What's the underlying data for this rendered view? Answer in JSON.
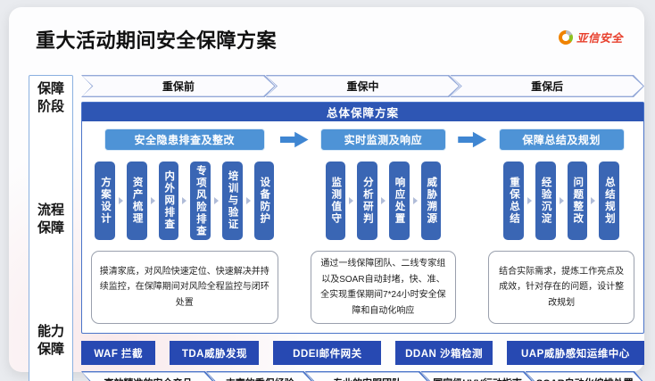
{
  "page": {
    "title": "重大活动期间安全保障方案",
    "logo_text": "亚信安全"
  },
  "sidebar": {
    "phase_label": "保障阶段",
    "process_label": "流程保障",
    "capability_label": "能力保障"
  },
  "phases": [
    "重保前",
    "重保中",
    "重保后"
  ],
  "overall_banner": "总体保障方案",
  "sections": [
    {
      "header": "安全隐患排查及整改",
      "columns": [
        "方案设计",
        "资产梳理",
        "内外网排查",
        "专项风险排查",
        "培训与验证",
        "设备防护"
      ],
      "description": "摸清家底，对风险快速定位、快速解决并持续监控，在保障期间对风险全程监控与闭环处置"
    },
    {
      "header": "实时监测及响应",
      "columns": [
        "监测值守",
        "分析研判",
        "响应处置",
        "威胁溯源"
      ],
      "description": "通过一线保障团队、二线专家组以及SOAR自动封堵，快、准、全实现重保期间7*24小时安全保障和自动化响应"
    },
    {
      "header": "保障总结及规划",
      "columns": [
        "重保总结",
        "经验沉淀",
        "问题整改",
        "总结规划"
      ],
      "description": "结合实际需求，提炼工作亮点及成效，针对存在的问题，设计整改规划"
    }
  ],
  "capabilities": [
    "WAF 拦截",
    "TDA威胁发现",
    "DDEI邮件网关",
    "DDAN 沙箱检测",
    "UAP威胁感知运维中心"
  ],
  "advantages": [
    "高效精准的安全产品",
    "丰富的重保经验",
    "专业的安服团队",
    "国家级HVV行动指南",
    "SOAR自动化编排处置"
  ],
  "colors": {
    "banner_blue": "#2e56b4",
    "subheader_blue": "#4e93d6",
    "pill_blue": "#3a66b4",
    "capability_blue": "#2749b2",
    "border_blue": "#4a74c9",
    "logo_red": "#e8402d"
  }
}
